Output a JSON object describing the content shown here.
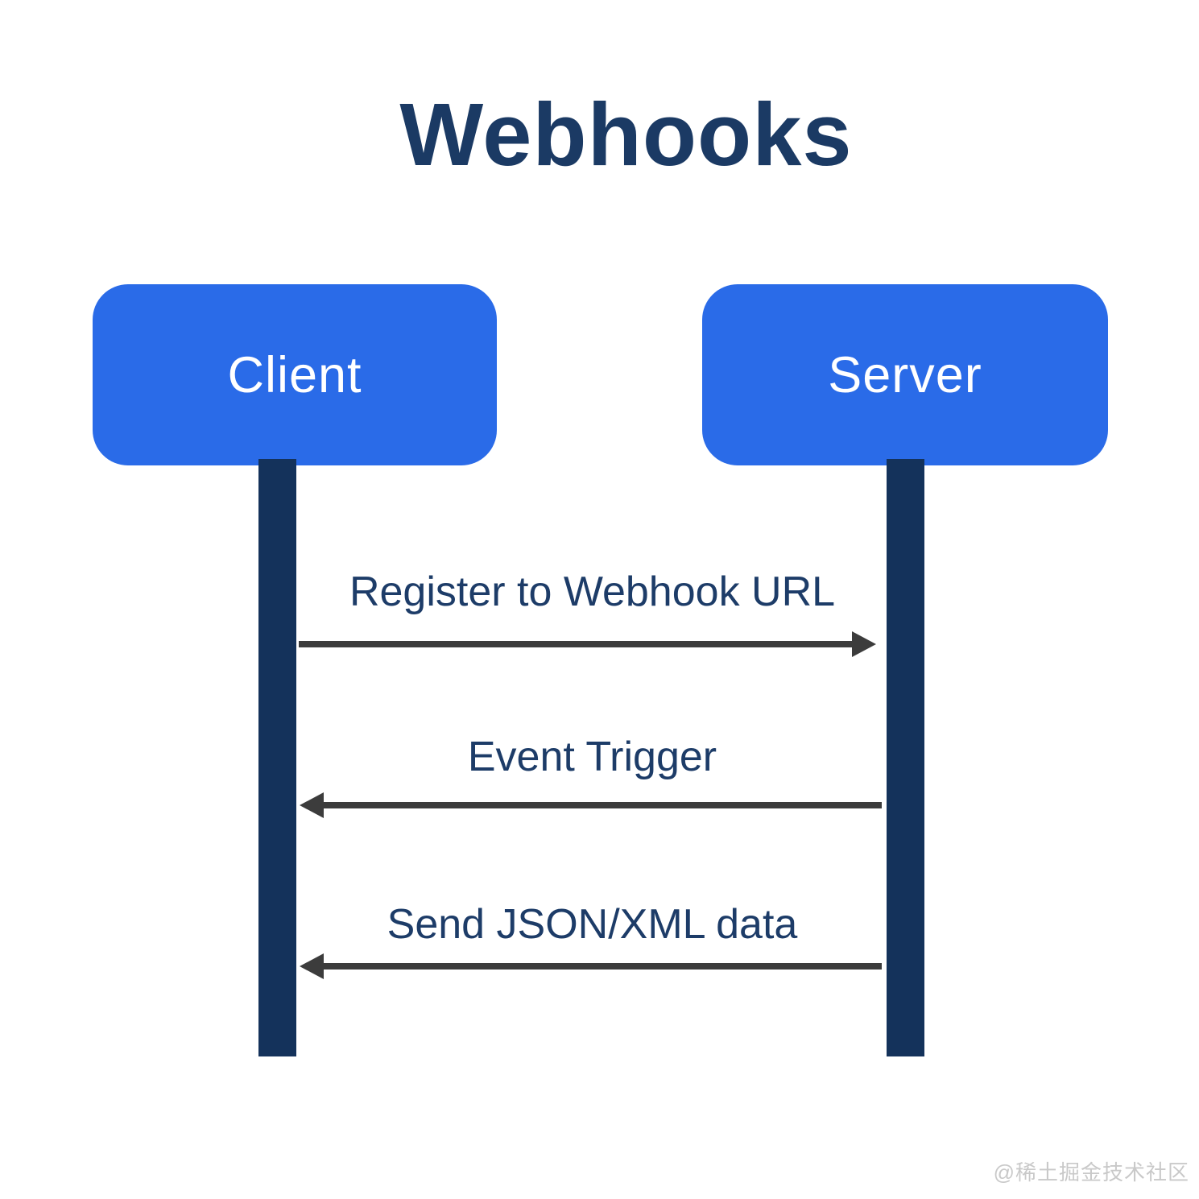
{
  "title": "Webhooks",
  "actors": [
    {
      "id": "client",
      "label": "Client"
    },
    {
      "id": "server",
      "label": "Server"
    }
  ],
  "messages": [
    {
      "label": "Register to Webhook URL",
      "from": "Client",
      "to": "Server",
      "direction": "right"
    },
    {
      "label": "Event Trigger",
      "from": "Server",
      "to": "Client",
      "direction": "left"
    },
    {
      "label": "Send JSON/XML data",
      "from": "Server",
      "to": "Client",
      "direction": "left"
    }
  ],
  "watermark": "@稀土掘金技术社区",
  "colors": {
    "actor_box_blue": "#2a6be8",
    "lifeline_navy": "#14325b",
    "title_navy": "#1b3a64",
    "label_navy": "#1d3c68",
    "arrow_gray": "#3c3c3c",
    "watermark_gray": "#c9c9c9",
    "background": "#ffffff",
    "actor_text": "#ffffff"
  }
}
